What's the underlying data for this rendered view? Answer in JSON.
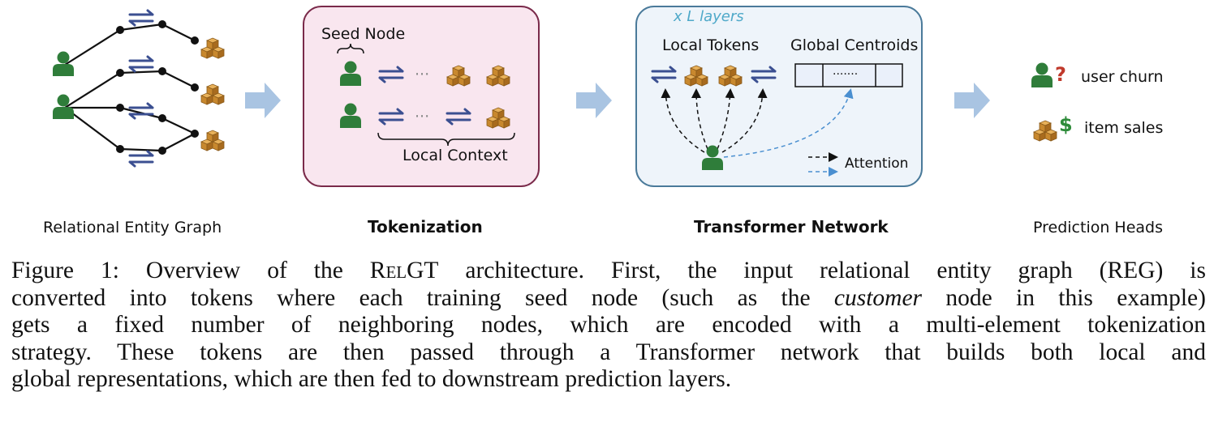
{
  "panels": {
    "graph_label": "Relational Entity Graph",
    "tokenization_label": "Tokenization",
    "transformer_label": "Transformer Network",
    "heads_label": "Prediction Heads"
  },
  "tokenization": {
    "seed_node": "Seed Node",
    "local_context": "Local Context",
    "ellipsis": "···"
  },
  "transformer": {
    "layers": "x L layers",
    "local_tokens": "Local Tokens",
    "global_centroids": "Global Centroids",
    "attention": "Attention",
    "centroid_dots": "·······"
  },
  "heads": {
    "churn_label": "user churn",
    "churn_symbol": "?",
    "sales_label": "item sales",
    "sales_symbol": "$"
  },
  "caption": {
    "figure_prefix": "Figure 1: Overview of the ",
    "model_name": "RelGT",
    "line1_rest": " architecture. First, the input relational entity graph (REG) is",
    "line2_a": "converted into tokens where each training seed node (such as the ",
    "line2_em": "customer",
    "line2_b": " node in this example)",
    "line3": "gets a fixed number of neighboring nodes, which are encoded with a multi-element tokenization",
    "line4": "strategy. These tokens are then passed through a Transformer network that builds both local and",
    "line5": "global representations, which are then fed to downstream prediction layers."
  },
  "colors": {
    "user_green": "#2f7d3a",
    "box_orange": "#c8882e",
    "arrow_blue": "#3b4f91",
    "flow_arrow": "#a9c4e2",
    "token_bg": "#f9e6ef",
    "token_border": "#7a2a4a",
    "transformer_bg": "#eef4fa",
    "transformer_border": "#4a7a9a",
    "layers_text": "#4fa9c9",
    "churn_red": "#c0392b",
    "sales_green": "#2e8b3a"
  }
}
